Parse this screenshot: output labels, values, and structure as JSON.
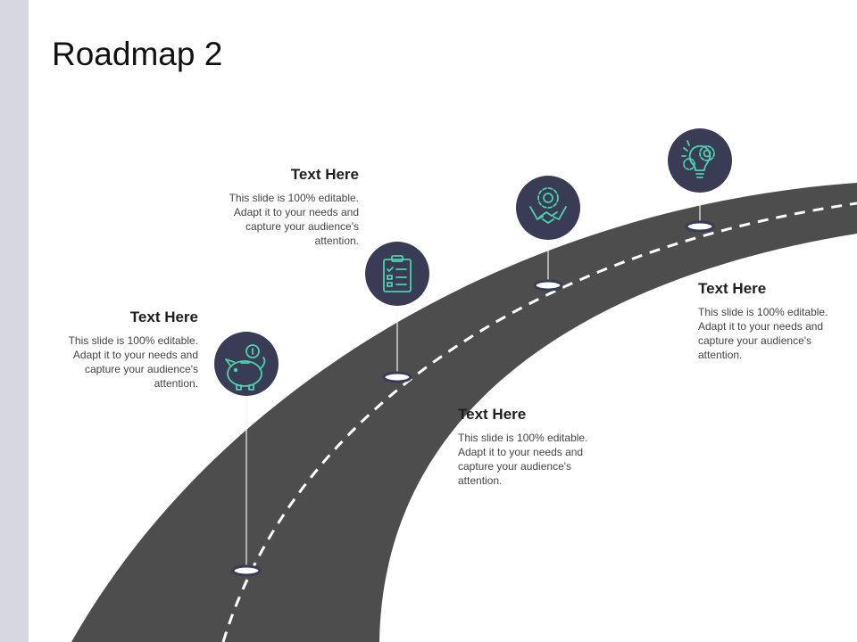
{
  "title": "Roadmap 2",
  "colors": {
    "road": "#4d4d4d",
    "dash": "#ffffff",
    "circle": "#3a3b54",
    "icon_stroke": "#4fd1b0",
    "side_strip": "#d7d7e0"
  },
  "milestones": [
    {
      "icon": "piggy-bank-icon",
      "heading": "Text Here",
      "body": "This slide is 100% editable. Adapt it to your needs and capture your audience's attention."
    },
    {
      "icon": "checklist-icon",
      "heading": "Text Here",
      "body": "This slide is 100% editable. Adapt it to your needs and capture your audience's attention."
    },
    {
      "icon": "handshake-gear-icon",
      "heading": "Text Here",
      "body": "This slide is 100% editable. Adapt it to your needs and capture your audience's attention."
    },
    {
      "icon": "lightbulb-gear-icon",
      "heading": "Text Here",
      "body": "This slide is 100% editable. Adapt it to your needs and capture your audience's attention."
    }
  ]
}
